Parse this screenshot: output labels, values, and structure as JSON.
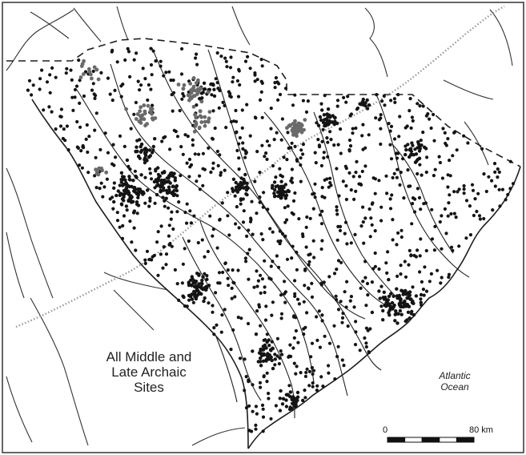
{
  "map": {
    "title_lines": [
      "All Middle and",
      "Late Archaic",
      "Sites"
    ],
    "ocean_label_lines": [
      "Atlantic",
      "Ocean"
    ],
    "scale_bar": {
      "start_label": "0",
      "end_label": "80 km",
      "segments": 5
    },
    "colors": {
      "site_dot": "#141414",
      "site_dot_gray": "#6a6a6a",
      "river": "#222222",
      "border": "#1e1e1e",
      "fall_line": "#9a9a9a",
      "background": "#ffffff"
    }
  }
}
